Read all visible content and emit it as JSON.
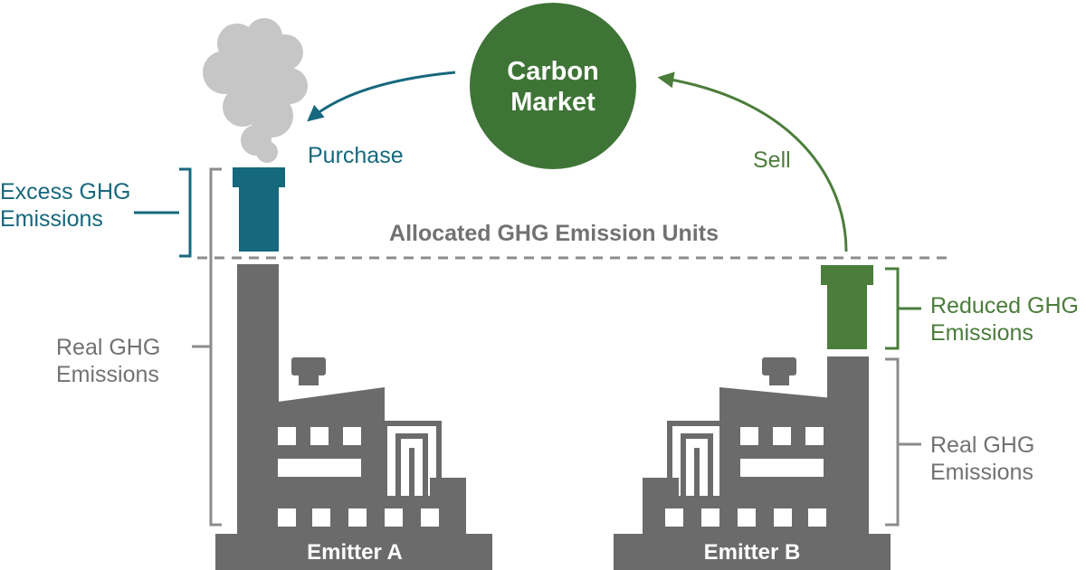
{
  "colors": {
    "teal": "#16687c",
    "green": "#4b7d3b",
    "market_green": "#3e7436",
    "factory_gray": "#6b6b6b",
    "smoke_gray": "#c6c6c6",
    "label_gray": "#727272",
    "dashed_line": "#8c8c8c"
  },
  "market": {
    "line1": "Carbon",
    "line2": "Market"
  },
  "flows": {
    "purchase": "Purchase",
    "sell": "Sell"
  },
  "allocation_line": {
    "label": "Allocated GHG Emission Units"
  },
  "emitter_a": {
    "name": "Emitter A",
    "excess_label_line1": "Excess GHG",
    "excess_label_line2": "Emissions",
    "real_label_line1": "Real GHG",
    "real_label_line2": "Emissions"
  },
  "emitter_b": {
    "name": "Emitter B",
    "reduced_label_line1": "Reduced GHG",
    "reduced_label_line2": "Emissions",
    "real_label_line1": "Real GHG",
    "real_label_line2": "Emissions"
  },
  "icons": [
    "smoke-cloud-icon",
    "factory-icon",
    "factory-icon"
  ]
}
